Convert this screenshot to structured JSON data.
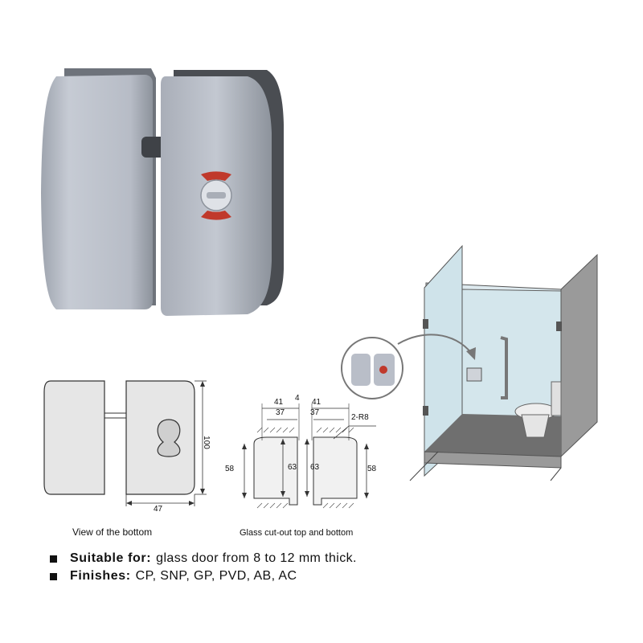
{
  "colors": {
    "metal": "#b9bec8",
    "metal_dark": "#8f949d",
    "indicator_red": "#c0392b",
    "glass_tint": "#cfe3ea",
    "wall": "#9a9a9a"
  },
  "icons": [
    "glass-door-lock-photo",
    "bathroom-shower-illustration",
    "bullet-square-icon"
  ],
  "bottom_view": {
    "caption": "View of the bottom",
    "dim_height": "100",
    "dim_width": "47"
  },
  "cutout": {
    "caption": "Glass cut-out top and bottom",
    "dim_left_outer": "41",
    "dim_gap": "4",
    "dim_right_outer": "41",
    "dim_left_inner": "37",
    "dim_right_inner": "37",
    "dim_radius": "2-R8",
    "dim_left_height": "58",
    "dim_inner_left_height": "63",
    "dim_inner_right_height": "63",
    "dim_right_height": "58"
  },
  "specs": {
    "suitable_label": "Suitable for:",
    "suitable_value": "glass door from 8 to 12 mm thick.",
    "finishes_label": "Finishes:",
    "finishes_value": "CP, SNP, GP, PVD, AB, AC"
  }
}
